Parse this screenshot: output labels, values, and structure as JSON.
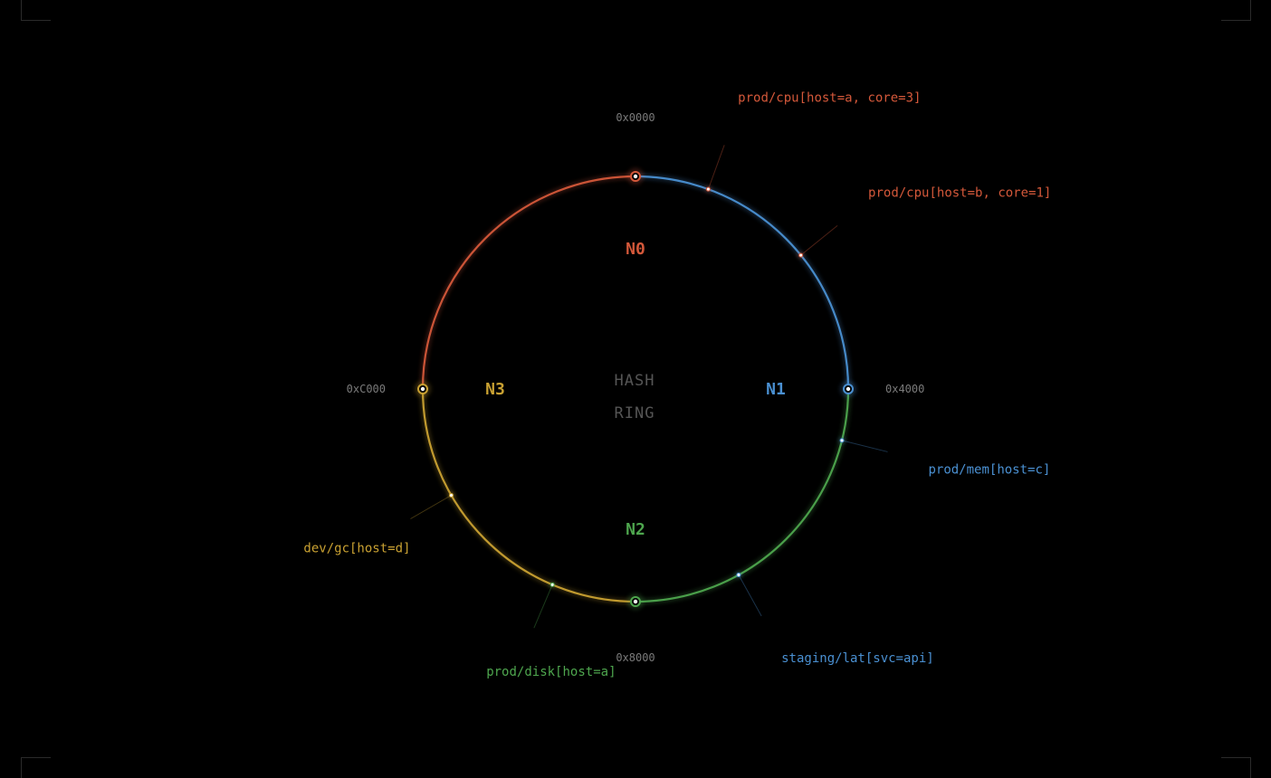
{
  "center": {
    "line1": "HASH",
    "line2": "RING"
  },
  "colors": {
    "n0": "#d4583a",
    "n1": "#4a90d2",
    "n2": "#4ea64e",
    "n3": "#c9a132",
    "hex_label": "#7a7a7a",
    "center_text": "#555555"
  },
  "nodes": [
    {
      "id": "N0",
      "label": "N0",
      "angle_deg": 0,
      "hex": "0x0000",
      "color": "#d4583a"
    },
    {
      "id": "N1",
      "label": "N1",
      "angle_deg": 90,
      "hex": "0x4000",
      "color": "#4a90d2"
    },
    {
      "id": "N2",
      "label": "N2",
      "angle_deg": 180,
      "hex": "0x8000",
      "color": "#4ea64e"
    },
    {
      "id": "N3",
      "label": "N3",
      "angle_deg": 270,
      "hex": "0xC000",
      "color": "#c9a132"
    }
  ],
  "keys": [
    {
      "label": "prod/cpu[host=a, core=3]",
      "angle_deg": 20,
      "color": "#d4583a"
    },
    {
      "label": "prod/cpu[host=b, core=1]",
      "angle_deg": 51,
      "color": "#d4583a"
    },
    {
      "label": "prod/mem[host=c]",
      "angle_deg": 104,
      "color": "#4a90d2"
    },
    {
      "label": "staging/lat[svc=api]",
      "angle_deg": 151,
      "color": "#4a90d2"
    },
    {
      "label": "prod/disk[host=a]",
      "angle_deg": 203,
      "color": "#4ea64e"
    },
    {
      "label": "dev/gc[host=d]",
      "angle_deg": 240,
      "color": "#c9a132"
    }
  ]
}
